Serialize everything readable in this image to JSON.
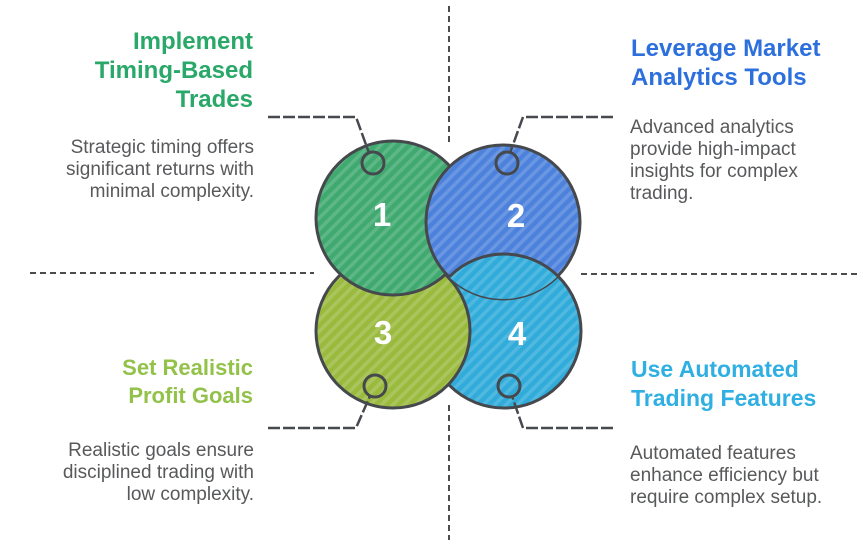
{
  "canvas": {
    "background": "#ffffff"
  },
  "colors": {
    "outline": "#45484c",
    "guide_line": "#4c4c4c",
    "connector": "#46494d",
    "body_text": "#58595b",
    "number_text": "#ffffff"
  },
  "steps": [
    {
      "num": "1",
      "title": "Implement\nTiming-Based\nTrades",
      "body": "Strategic timing offers\nsignificant returns with\nminimal complexity.",
      "title_color": "#29a869",
      "circle_color": "#3fa96f"
    },
    {
      "num": "2",
      "title": "Leverage Market\nAnalytics Tools",
      "body": "Advanced analytics\nprovide high-impact\ninsights for complex\ntrading.",
      "title_color": "#2d70dd",
      "circle_color": "#4d82dc"
    },
    {
      "num": "3",
      "title": "Set Realistic\nProfit Goals",
      "body": "Realistic goals ensure\ndisciplined trading with\nlow complexity.",
      "title_color": "#92c24a",
      "circle_color": "#9aba3e"
    },
    {
      "num": "4",
      "title": "Use Automated\nTrading Features",
      "body": "Automated features\nenhance efficiency but\nrequire complex setup.",
      "title_color": "#2fafe2",
      "circle_color": "#30abda"
    }
  ]
}
